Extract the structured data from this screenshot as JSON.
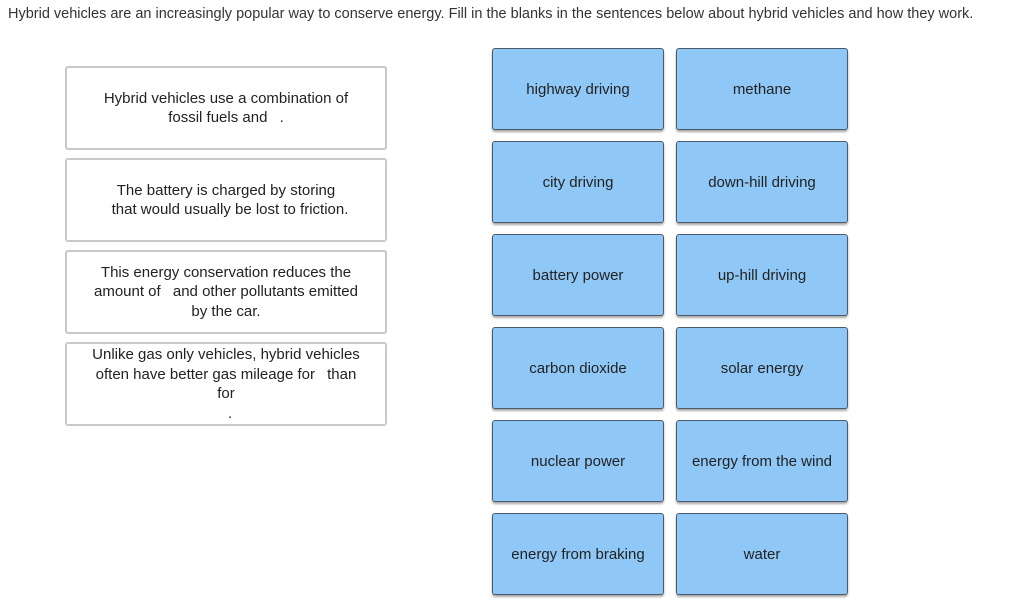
{
  "instructions": "Hybrid vehicles are an increasingly popular way to conserve energy.  Fill in the blanks in the sentences below about hybrid vehicles and how they work.",
  "sentences": [
    {
      "before": "Hybrid vehicles use a combination of fossil fuels and",
      "after": "."
    },
    {
      "before": "The battery is charged by storing",
      "after": "that would usually be lost to friction."
    },
    {
      "before": "This energy conservation reduces the amount of",
      "after": "and other pollutants emitted by the car."
    },
    {
      "before": "Unlike gas only vehicles, hybrid vehicles often have better gas mileage for",
      "middle": "than for",
      "after": "."
    }
  ],
  "answers": [
    "highway driving",
    "methane",
    "city driving",
    "down-hill driving",
    "battery power",
    "up-hill driving",
    "carbon dioxide",
    "solar energy",
    "nuclear power",
    "energy from the wind",
    "energy from braking",
    "water"
  ],
  "colors": {
    "tile_fill": "#8fc8f7",
    "tile_border": "#4a5a6a",
    "card_border": "#c9c9c9"
  }
}
